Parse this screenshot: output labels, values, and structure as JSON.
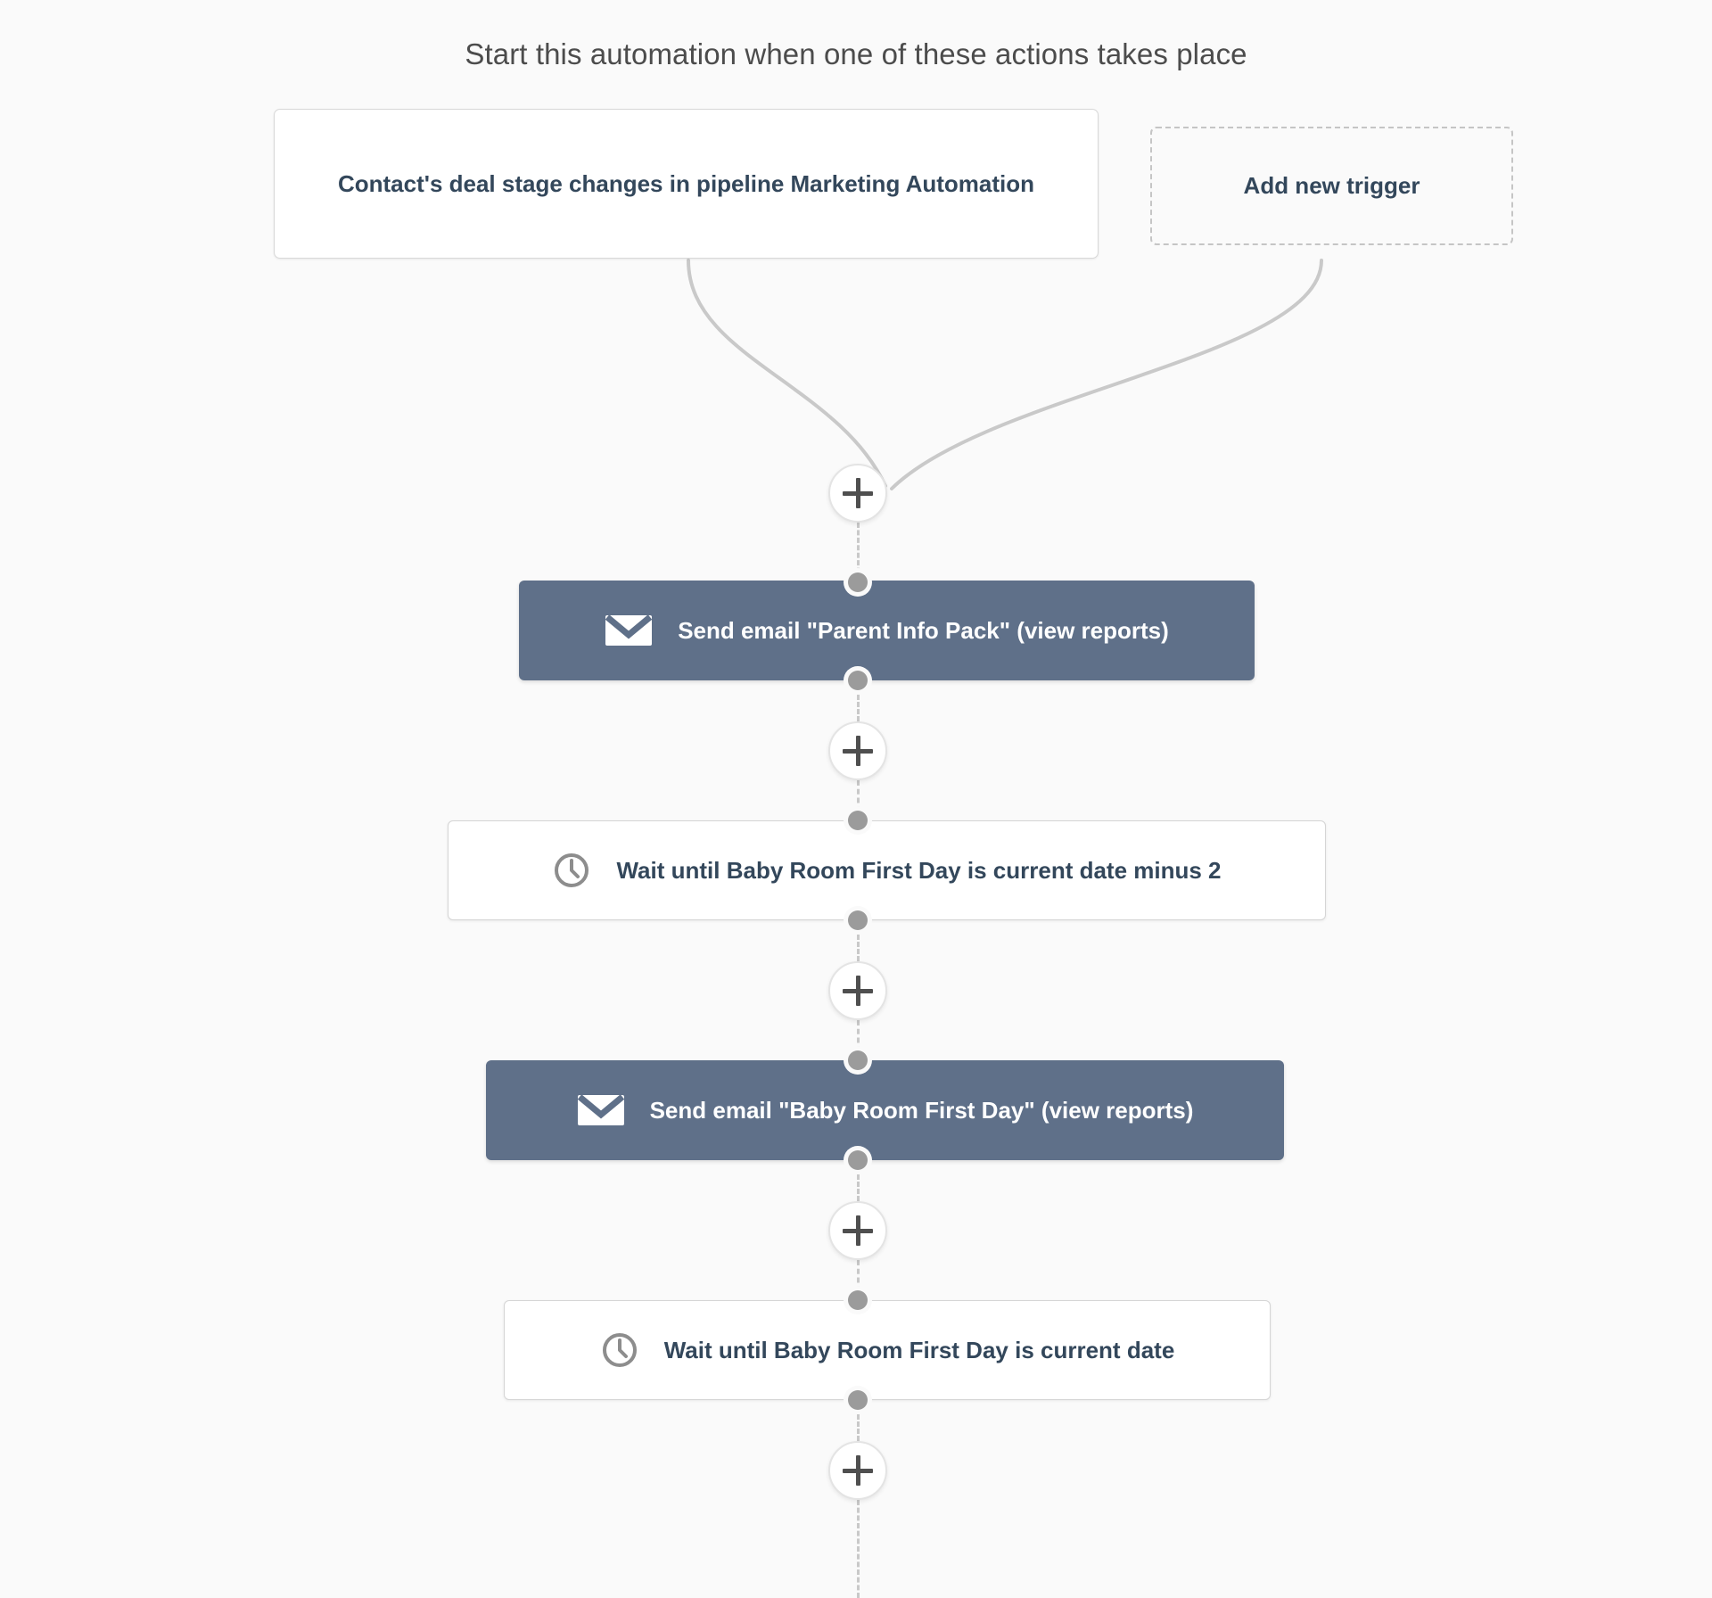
{
  "header": {
    "title": "Start this automation when one of these actions takes place"
  },
  "colors": {
    "page_background": "#fafafa",
    "action_node": "#5f7089",
    "text_dark": "#33475b",
    "border": "#d5d5d5",
    "connector": "#c9c9c9",
    "dot": "#9b9b9b"
  },
  "triggers": [
    {
      "label": "Contact's deal stage changes in pipeline Marketing Automation",
      "style": "solid"
    },
    {
      "label": "Add new trigger",
      "style": "dashed"
    }
  ],
  "flow": {
    "steps": [
      {
        "type": "add-step",
        "icon": "plus-icon",
        "label": "+"
      },
      {
        "type": "action",
        "kind": "email",
        "icon": "envelope-icon",
        "label": "Send email \"Parent Info Pack\" (view reports)"
      },
      {
        "type": "add-step",
        "icon": "plus-icon",
        "label": "+"
      },
      {
        "type": "action",
        "kind": "wait",
        "icon": "clock-icon",
        "label": "Wait until Baby Room First Day is current date minus 2"
      },
      {
        "type": "add-step",
        "icon": "plus-icon",
        "label": "+"
      },
      {
        "type": "action",
        "kind": "email",
        "icon": "envelope-icon",
        "label": "Send email \"Baby Room First Day\" (view reports)"
      },
      {
        "type": "add-step",
        "icon": "plus-icon",
        "label": "+"
      },
      {
        "type": "action",
        "kind": "wait",
        "icon": "clock-icon",
        "label": "Wait until Baby Room First Day is current date"
      },
      {
        "type": "add-step",
        "icon": "plus-icon",
        "label": "+"
      }
    ]
  }
}
